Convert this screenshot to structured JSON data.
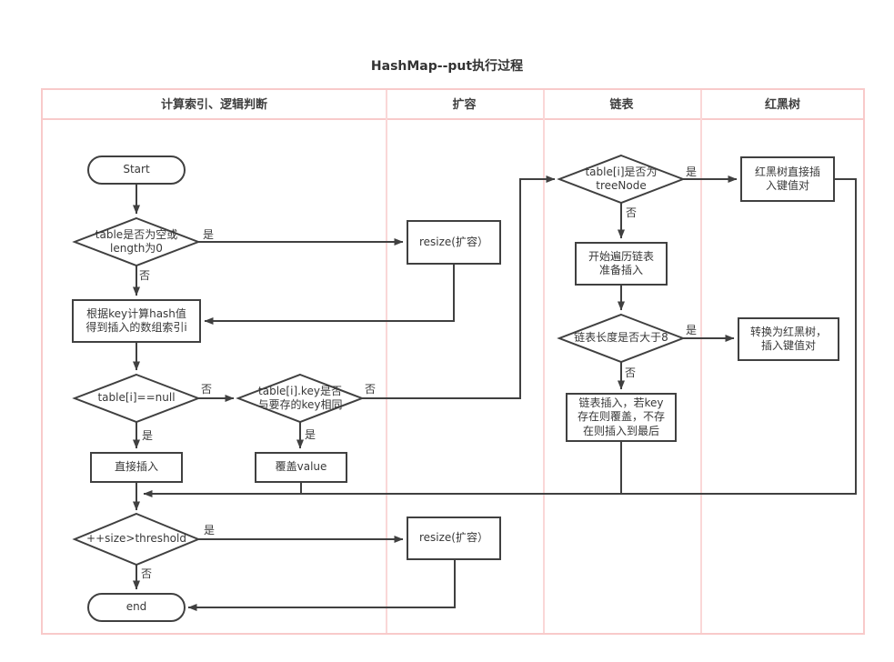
{
  "title": "HashMap--put执行过程",
  "labels": {
    "yes": "是",
    "no": "否"
  },
  "lanes": [
    {
      "title": "计算索引、逻辑判断"
    },
    {
      "title": "扩容"
    },
    {
      "title": "链表"
    },
    {
      "title": "红黑树"
    }
  ],
  "nodes": {
    "start": {
      "label": "Start"
    },
    "check_empty": {
      "label": "table是否为空或\nlength为0"
    },
    "calc_hash": {
      "label": "根据key计算hash值\n得到插入的数组索引i"
    },
    "check_null": {
      "label": "table[i]==null"
    },
    "direct_insert": {
      "label": "直接插入"
    },
    "check_threshold": {
      "label": "++size>threshold"
    },
    "end": {
      "label": "end"
    },
    "resize1": {
      "label": "resize(扩容）"
    },
    "resize2": {
      "label": "resize(扩容）"
    },
    "check_key": {
      "label": "table[i].key是否\n与要存的key相同"
    },
    "override_value": {
      "label": "覆盖value"
    },
    "check_treenode": {
      "label": "table[i]是否为\ntreeNode"
    },
    "traverse_list": {
      "label": "开始遍历链表\n准备插入"
    },
    "check_length": {
      "label": "链表长度是否大于8"
    },
    "list_insert": {
      "label": "链表插入，若key\n存在则覆盖，不存\n在则插入到最后"
    },
    "rbtree_direct_insert": {
      "label": "红黑树直接插\n入键值对"
    },
    "convert_rbtree": {
      "label": "转换为红黑树，\n插入键值对"
    }
  },
  "colors": {
    "lane_border": "#f8caca",
    "line": "#404040",
    "text": "#383838",
    "background": "#ffffff"
  }
}
